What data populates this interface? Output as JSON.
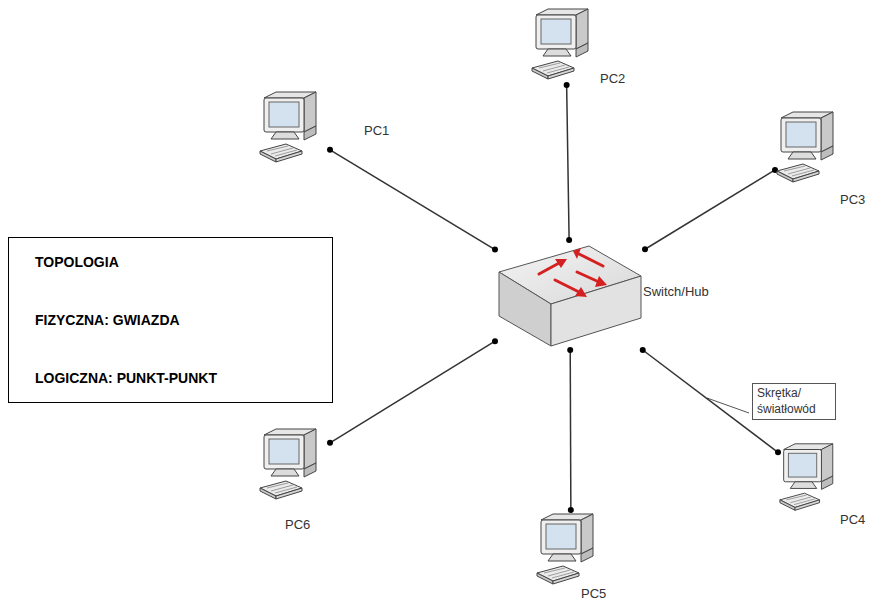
{
  "diagram": {
    "nodes": [
      {
        "text": [
          "PC2"
        ]
      },
      {
        "text": [
          "PC1"
        ]
      },
      {
        "text": [
          "PC3"
        ]
      },
      {
        "text": [
          "TOPOLOGIA",
          "FIZYCZNA: GWIAZDA",
          "LOGICZNA: PUNKT-PUNKT"
        ]
      },
      {
        "text": [
          "Switch/Hub"
        ]
      },
      {
        "text": [
          "Skrętka/ światłowód"
        ]
      },
      {
        "text": [
          "PC6"
        ]
      },
      {
        "text": [
          "PC4"
        ]
      },
      {
        "text": [
          "PC5"
        ]
      }
    ],
    "edges": [
      {
        "from": 0,
        "to": 4,
        "arrow": "none"
      },
      {
        "from": 1,
        "to": 4,
        "arrow": "none"
      },
      {
        "from": 2,
        "to": 4,
        "arrow": "none"
      },
      {
        "from": 6,
        "to": 4,
        "arrow": "none"
      },
      {
        "from": 7,
        "to": 4,
        "arrow": "none"
      },
      {
        "from": 8,
        "to": 4,
        "arrow": "none"
      }
    ]
  }
}
